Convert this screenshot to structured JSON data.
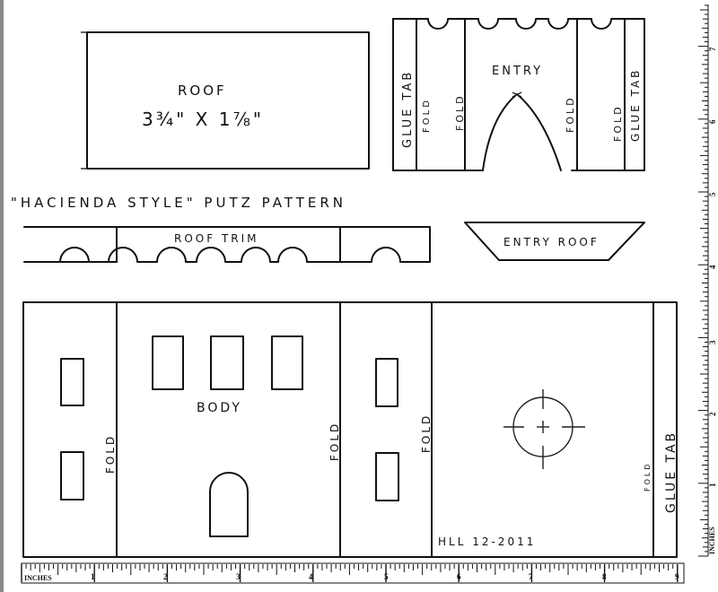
{
  "title": "\"HACIENDA STYLE\" PUTZ PATTERN",
  "pieces": {
    "roof": {
      "label": "ROOF",
      "dimensions": "3¾\" X 1⅞\""
    },
    "entry": {
      "label": "ENTRY",
      "glue_tab_left": "GLUE TAB",
      "fold_1": "FOLD",
      "fold_2": "FOLD",
      "fold_3": "FOLD",
      "fold_4": "FOLD",
      "glue_tab_right": "GLUE TAB"
    },
    "roof_trim": {
      "label": "ROOF TRIM"
    },
    "entry_roof": {
      "label": "ENTRY ROOF"
    },
    "body": {
      "label": "BODY",
      "fold_1": "FOLD",
      "fold_2": "FOLD",
      "fold_3": "FOLD",
      "fold_4": "FOLD",
      "glue_tab": "GLUE TAB",
      "signature": "HLL 12-2011"
    }
  },
  "rulers": {
    "unit_label": "INCHES",
    "bottom_ticks": [
      "1",
      "2",
      "3",
      "4",
      "5",
      "6",
      "7",
      "8",
      "9"
    ],
    "side_ticks": [
      "1",
      "2",
      "3",
      "4",
      "5",
      "6",
      "7"
    ]
  },
  "colors": {
    "ink": "#111111",
    "paper": "#ffffff",
    "scan_edge": "#8a8a8a"
  }
}
